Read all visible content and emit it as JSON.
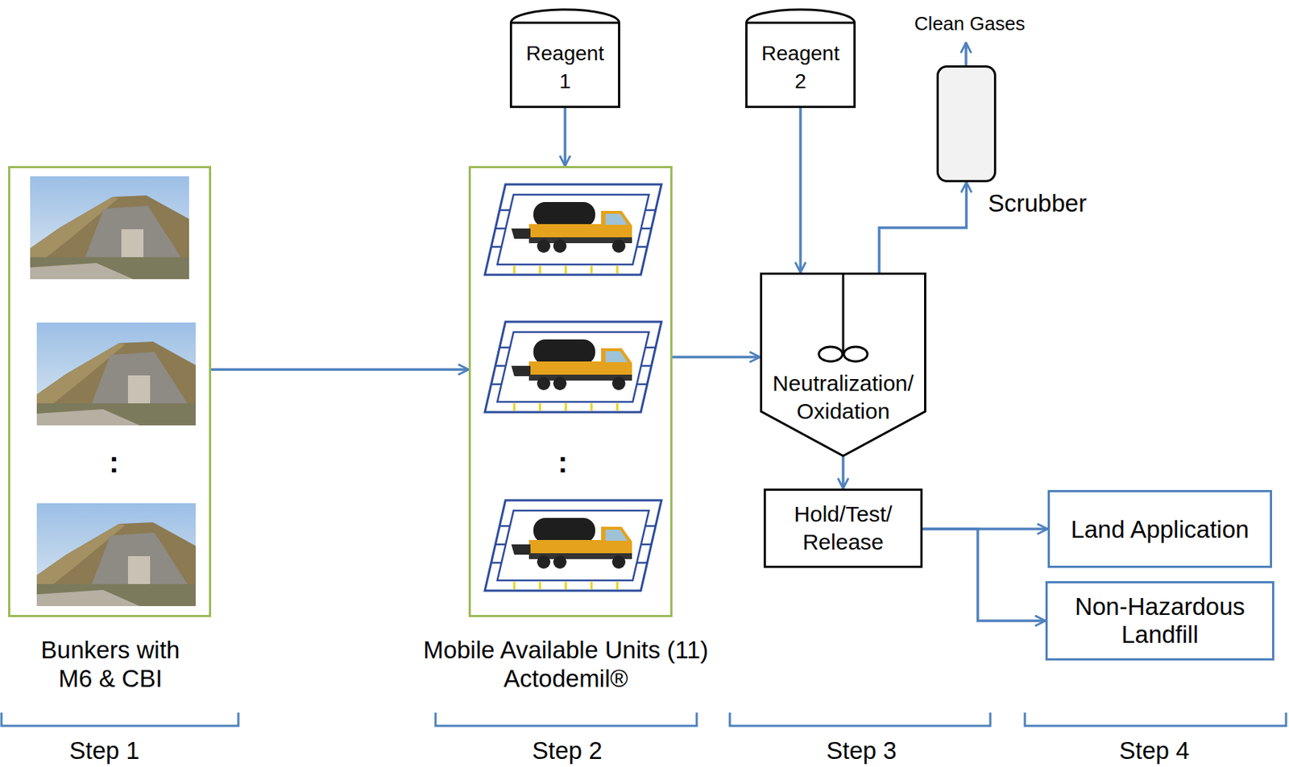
{
  "diagram": {
    "nodes": [
      {
        "text": [
          "Bunkers with M6 & CBI"
        ]
      },
      {
        "text": [
          "Reagent 1"
        ]
      },
      {
        "text": [
          "Mobile Available Units (11) Actodemil®"
        ]
      },
      {
        "text": [
          "Reagent 2"
        ]
      },
      {
        "text": [
          "Neutralization/ Oxidation"
        ]
      },
      {
        "text": [
          "Scrubber"
        ]
      },
      {
        "text": [
          "Hold/Test/ Release"
        ]
      },
      {
        "text": [
          "Land Application"
        ]
      },
      {
        "text": [
          "Non-Hazardous Landfill"
        ]
      }
    ],
    "edges": [
      {
        "from": 0,
        "to": 2,
        "arrow": "to"
      },
      {
        "from": 1,
        "to": 2,
        "arrow": "to"
      },
      {
        "from": 2,
        "to": 4,
        "arrow": "to"
      },
      {
        "from": 3,
        "to": 4,
        "arrow": "to"
      },
      {
        "from": 4,
        "to": 5,
        "arrow": "to"
      },
      {
        "from": 4,
        "to": 6,
        "arrow": "to"
      },
      {
        "from": 6,
        "to": 7,
        "arrow": "to"
      },
      {
        "from": 6,
        "to": 8,
        "arrow": "to"
      }
    ],
    "labels": [
      "Clean Gases",
      ":",
      ":",
      "Step 1",
      "Step 2",
      "Step 3",
      "Step 4"
    ]
  }
}
